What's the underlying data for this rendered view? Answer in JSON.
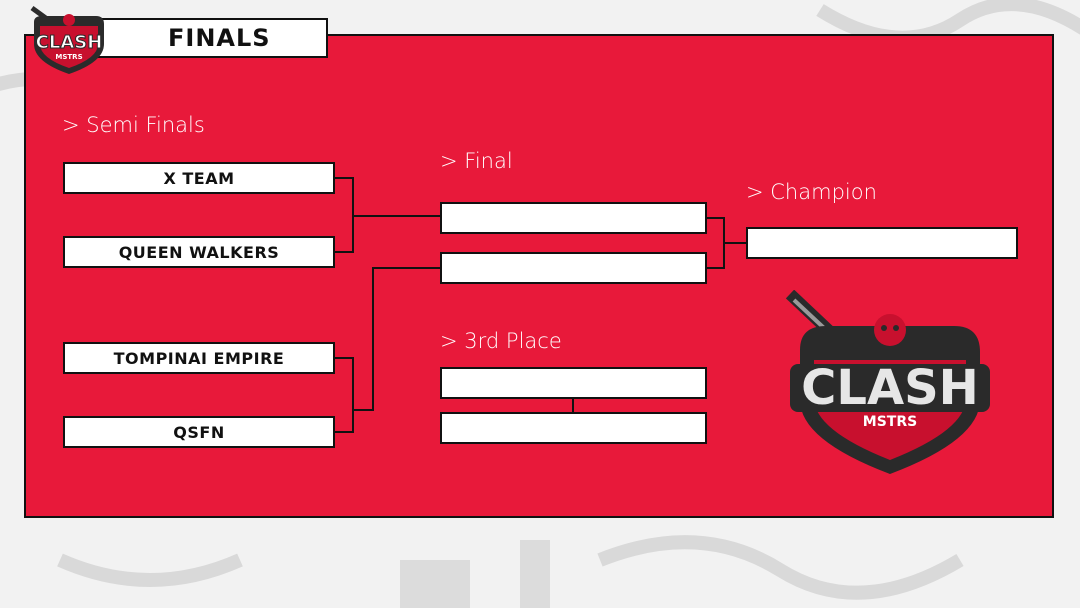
{
  "header": {
    "title": "FINALS",
    "logo": {
      "brand": "CLASH",
      "sub": "MSTRS"
    }
  },
  "sections": {
    "semi_finals": "> Semi Finals",
    "final": "> Final",
    "champion": "> Champion",
    "third_place": "> 3rd Place"
  },
  "semi_finals": {
    "teams": [
      "X TEAM",
      "QUEEN WALKERS",
      "TOMPINAI EMPIRE",
      "QSFN"
    ]
  },
  "final": {
    "teams": [
      "",
      ""
    ]
  },
  "champion": {
    "team": ""
  },
  "third_place": {
    "teams": [
      "",
      ""
    ]
  },
  "colors": {
    "panel": "#e8193a",
    "border": "#111111",
    "slot": "#ffffff"
  },
  "big_logo": {
    "brand": "CLASH",
    "sub": "MSTRS"
  }
}
